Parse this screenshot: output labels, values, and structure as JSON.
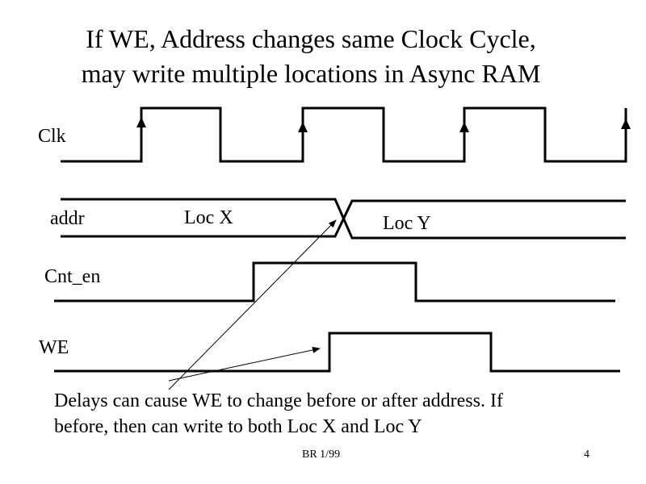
{
  "title": {
    "line1": "If WE, Address changes same Clock Cycle,",
    "line2": "may write multiple locations in Async RAM"
  },
  "signals": {
    "clk": "Clk",
    "addr": "addr",
    "cnt_en": "Cnt_en",
    "we": "WE"
  },
  "bus_values": {
    "addr_first": "Loc X",
    "addr_second": "Loc Y"
  },
  "note": {
    "line1": "Delays can cause WE to change before or after address.  If",
    "line2": "before, then can write to both Loc X and Loc Y"
  },
  "footer": {
    "left": "BR 1/99",
    "page": "4"
  },
  "colors": {
    "ink": "#000000",
    "background": "#ffffff"
  }
}
